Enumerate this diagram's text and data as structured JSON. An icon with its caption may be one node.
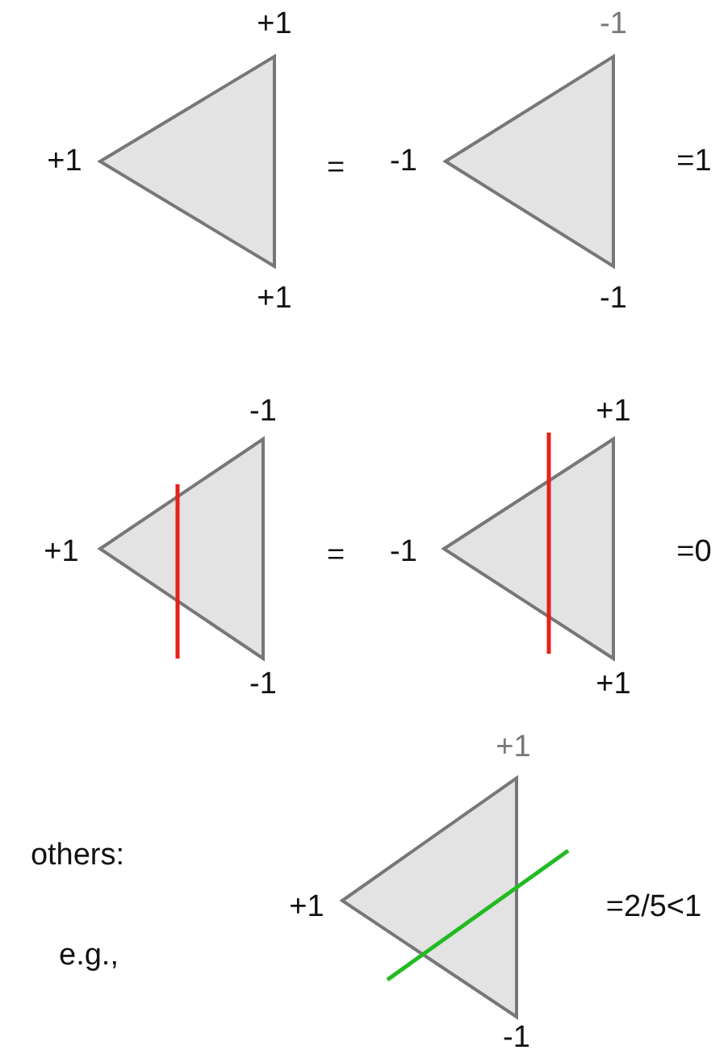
{
  "diagram": {
    "labels": [
      "+1",
      "-1",
      "+1",
      "=",
      "-1",
      "=1",
      "+1",
      "-1",
      "-1",
      "+1",
      "+1",
      "=",
      "-1",
      "=0",
      "-1",
      "+1",
      "+1",
      "others:",
      "+1",
      "=2/5<1",
      "e.g.,",
      "-1"
    ]
  }
}
